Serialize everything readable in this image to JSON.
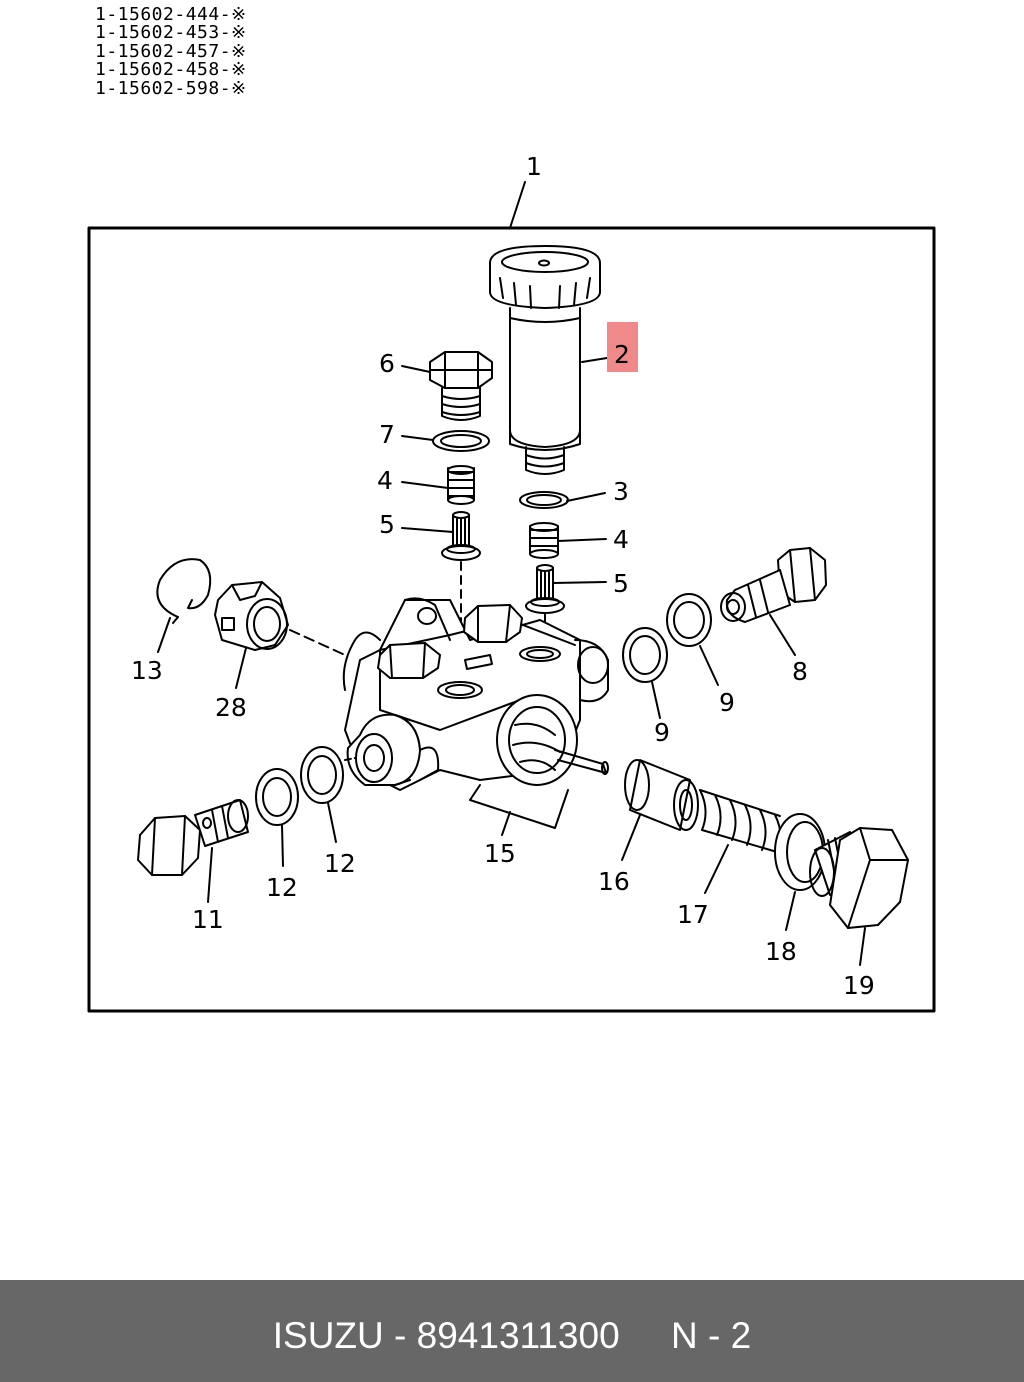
{
  "part_codes": [
    "1-15602-444-※",
    "1-15602-453-※",
    "1-15602-457-※",
    "1-15602-458-※",
    "1-15602-598-※"
  ],
  "callouts": {
    "c1": "1",
    "c2": "2",
    "c3": "3",
    "c4a": "4",
    "c4b": "4",
    "c5a": "5",
    "c5b": "5",
    "c6": "6",
    "c7": "7",
    "c8": "8",
    "c9a": "9",
    "c9b": "9",
    "c11": "11",
    "c12a": "12",
    "c12b": "12",
    "c13": "13",
    "c15": "15",
    "c16": "16",
    "c17": "17",
    "c18": "18",
    "c19": "19",
    "c28": "28"
  },
  "highlight_color": "#f08a8a",
  "footer": {
    "text": "ISUZU - 8941311300     N - 2"
  }
}
